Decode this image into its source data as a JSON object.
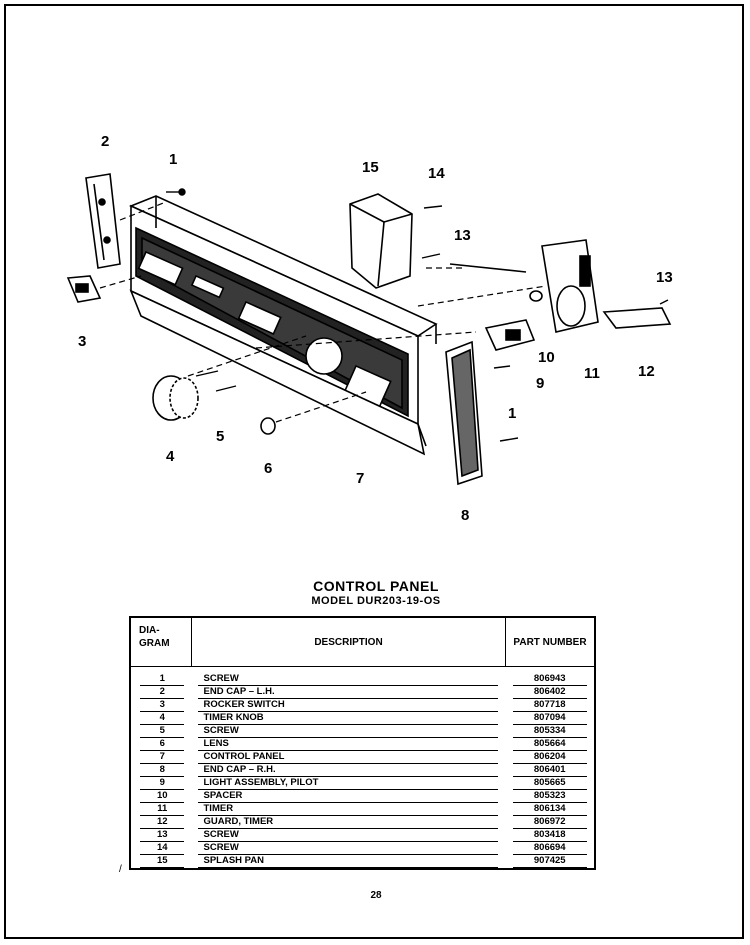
{
  "diagram": {
    "callouts": [
      "1",
      "2",
      "3",
      "4",
      "5",
      "6",
      "7",
      "8",
      "9",
      "10",
      "11",
      "12",
      "13",
      "13",
      "14",
      "15",
      "1"
    ]
  },
  "title": "CONTROL PANEL",
  "subtitle": "MODEL DUR203-19-OS",
  "table": {
    "headers": {
      "diagram": "DIA-\nGRAM",
      "description": "DESCRIPTION",
      "part_number": "PART NUMBER"
    },
    "rows": [
      {
        "n": "1",
        "desc": "SCREW",
        "pn": "806943"
      },
      {
        "n": "2",
        "desc": "END CAP – L.H.",
        "pn": "806402"
      },
      {
        "n": "3",
        "desc": "ROCKER SWITCH",
        "pn": "807718"
      },
      {
        "n": "4",
        "desc": "TIMER KNOB",
        "pn": "807094"
      },
      {
        "n": "5",
        "desc": "SCREW",
        "pn": "805334"
      },
      {
        "n": "6",
        "desc": "LENS",
        "pn": "805664"
      },
      {
        "n": "7",
        "desc": "CONTROL PANEL",
        "pn": "806204"
      },
      {
        "n": "8",
        "desc": "END CAP – R.H.",
        "pn": "806401"
      },
      {
        "n": "9",
        "desc": "LIGHT ASSEMBLY, PILOT",
        "pn": "805665"
      },
      {
        "n": "10",
        "desc": "SPACER",
        "pn": "805323"
      },
      {
        "n": "11",
        "desc": "TIMER",
        "pn": "806134"
      },
      {
        "n": "12",
        "desc": "GUARD, TIMER",
        "pn": "806972"
      },
      {
        "n": "13",
        "desc": "SCREW",
        "pn": "803418"
      },
      {
        "n": "14",
        "desc": "SCREW",
        "pn": "806694"
      },
      {
        "n": "15",
        "desc": "SPLASH PAN",
        "pn": "907425"
      }
    ]
  },
  "margin_mark": "/",
  "page_number": "28"
}
